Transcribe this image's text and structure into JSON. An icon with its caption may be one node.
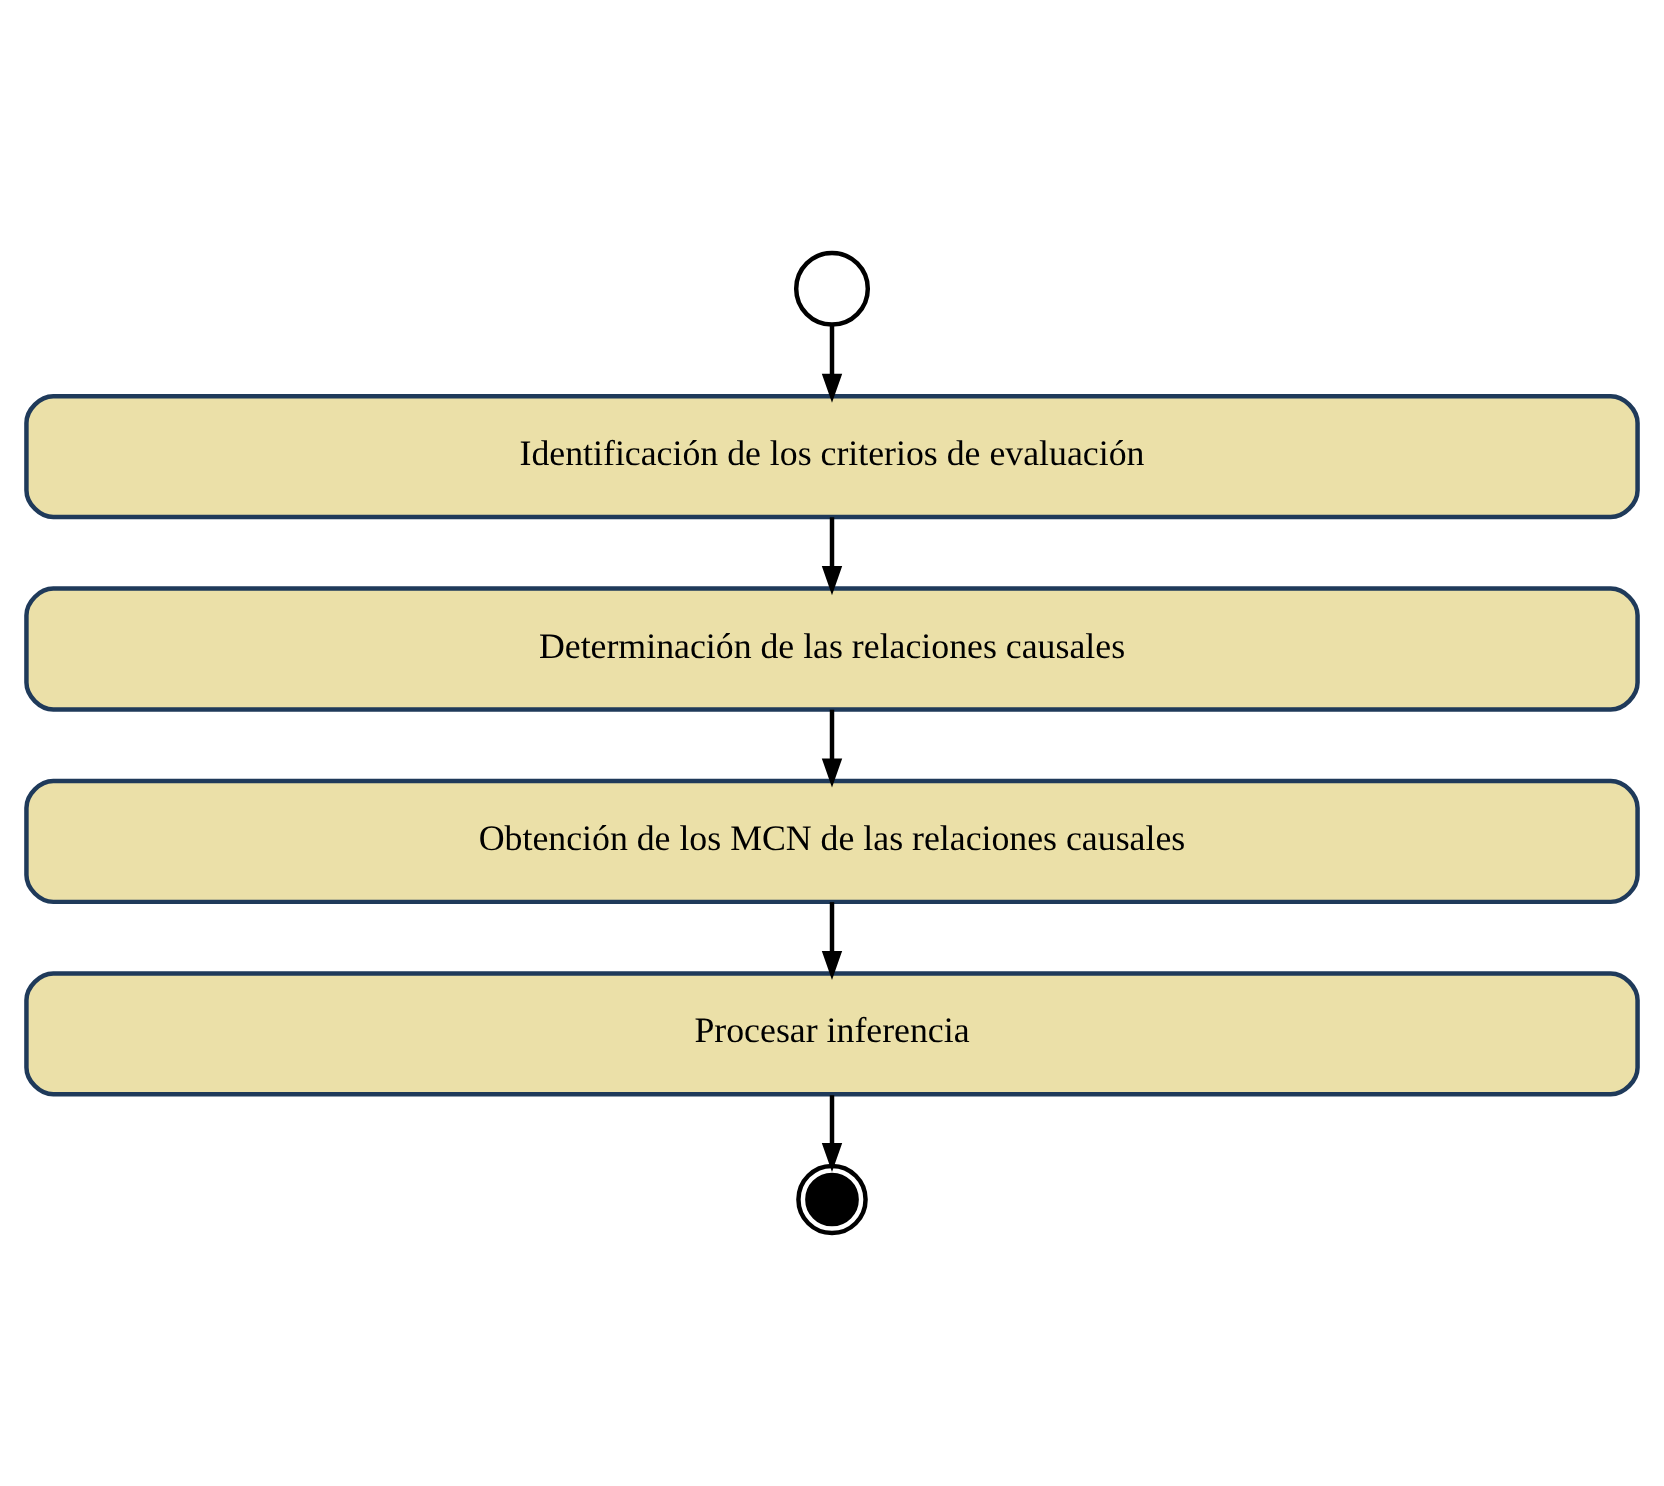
{
  "diagram": {
    "nodes": [
      {
        "text": [],
        "shape": "circle"
      },
      {
        "text": [
          "Identificación de los criterios de evaluación"
        ]
      },
      {
        "text": [
          "Determinación de las relaciones causales"
        ]
      },
      {
        "text": [
          "Obtención de los MCN de las relaciones causales"
        ]
      },
      {
        "text": [
          "Procesar inferencia"
        ]
      },
      {
        "text": [],
        "shape": "circle"
      }
    ],
    "edges": [
      {
        "from": 0,
        "to": 1,
        "arrow": "to"
      },
      {
        "from": 1,
        "to": 2,
        "arrow": "to"
      },
      {
        "from": 2,
        "to": 3,
        "arrow": "to"
      },
      {
        "from": 3,
        "to": 4,
        "arrow": "to"
      },
      {
        "from": 4,
        "to": 5,
        "arrow": "to"
      }
    ]
  }
}
